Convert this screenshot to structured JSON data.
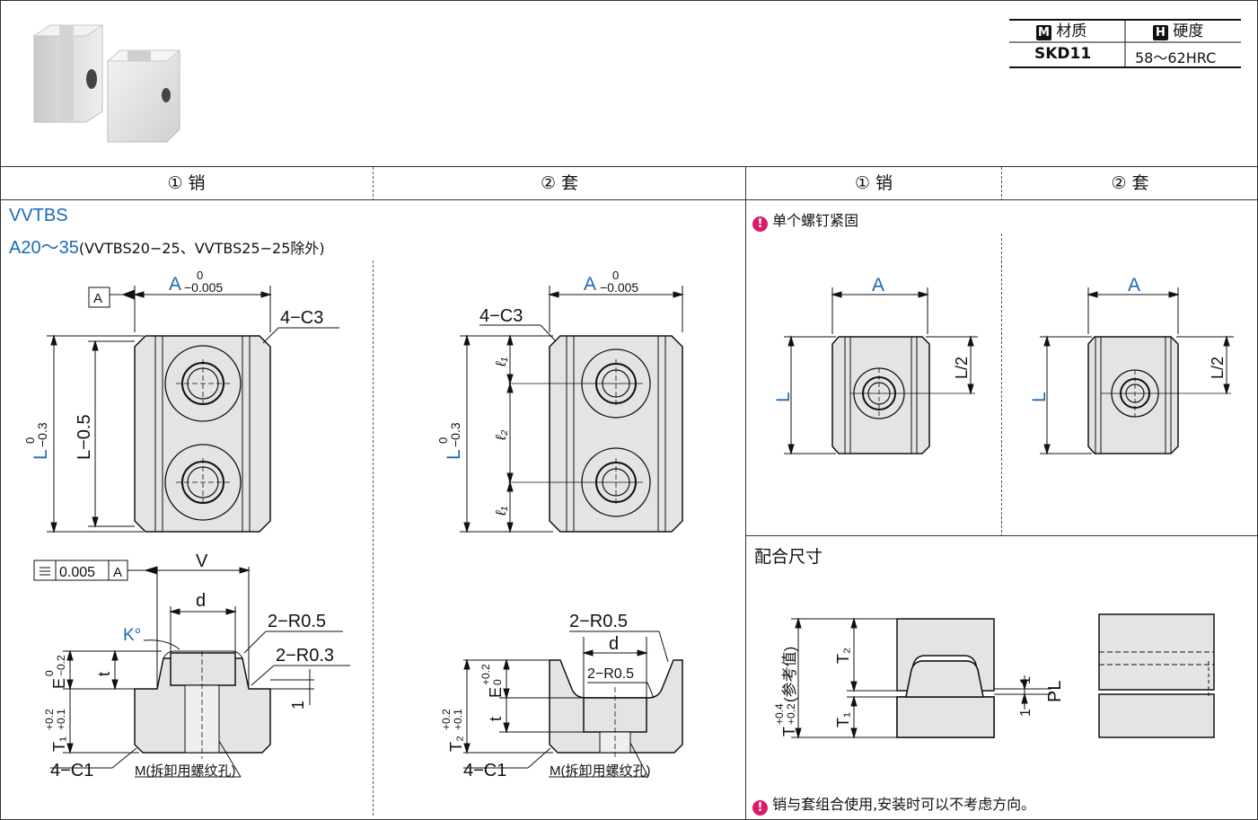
{
  "material_table": {
    "col1_badge": "M",
    "col1_header": "材质",
    "col2_badge": "H",
    "col2_header": "硬度",
    "material": "SKD11",
    "hardness": "58～62HRC"
  },
  "headers": {
    "pin": "① 销",
    "sleeve": "② 套",
    "pin_right": "① 销",
    "sleeve_right": "② 套"
  },
  "left_panel": {
    "model": "VVTBS",
    "range_main": "A20～35",
    "range_note": "(VVTBS20−25、VVTBS25−25除外)"
  },
  "right_panel": {
    "single_screw_note": "单个螺钉紧固",
    "fit_title": "配合尺寸",
    "bottom_note": "销与套组合使用,安装时可以不考虑方向。"
  },
  "dims": {
    "A": "A",
    "A_tol_top": "0",
    "A_tol_bottom": "−0.005",
    "L": "L",
    "L_tol_top": "0",
    "L_tol_bottom": "−0.3",
    "L_minus": "L−0.5",
    "chamfer_c3": "4−C3",
    "chamfer_c1": "4−C1",
    "datum": "A",
    "sym_tol": "0.005",
    "V": "V",
    "d": "d",
    "K": "K°",
    "t": "t",
    "E": "E",
    "E_tol_top": "0",
    "E_tol_bottom": "−0.2",
    "E2_tol_top": "+0.2",
    "E2_tol_bottom": "0",
    "T1": "T₁",
    "T1_tol_top": "+0.2",
    "T1_tol_bottom": "+0.1",
    "T2": "T₂",
    "R05": "2−R0.5",
    "R03": "2−R0.3",
    "one": "1",
    "M_note": "M(拆卸用螺纹孔)",
    "l1": "ℓ₁",
    "l2": "ℓ₂",
    "L_half": "L/2",
    "T_fit": "T",
    "T_fit_tol_top": "+0.4",
    "T_fit_tol_bottom": "+0.2",
    "T_fit_note": "(参考值)",
    "PL": "PL"
  },
  "colors": {
    "part_fill": "#e4e4e4",
    "line": "#111111",
    "accent": "#1a6ab4",
    "warn": "#d81b6b"
  }
}
